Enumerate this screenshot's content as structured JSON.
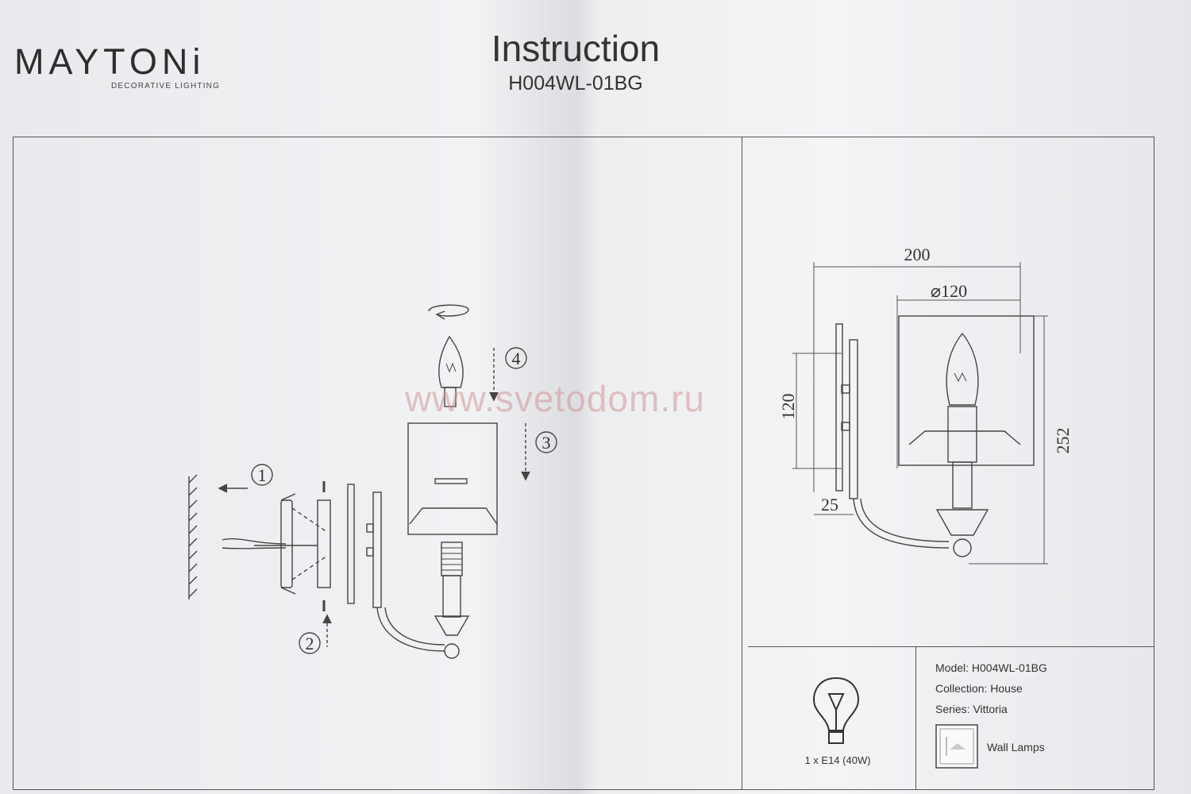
{
  "header": {
    "brand": "MAYTONi",
    "brand_tagline": "DECORATIVE LIGHTING",
    "title": "Instruction",
    "model_code": "H004WL-01BG"
  },
  "assembly": {
    "steps": [
      "1",
      "2",
      "3",
      "4"
    ]
  },
  "dimensions": {
    "width": "200",
    "shade_diameter": "⌀120",
    "mount_height": "120",
    "total_height": "252",
    "depth": "25"
  },
  "specs": {
    "model": "Model: H004WL-01BG",
    "collection": "Collection: House",
    "series": "Series: Vittoria",
    "category": "Wall Lamps",
    "bulb": "1 x E14 (40W)"
  },
  "watermark": "www.svetodom.ru",
  "icons": [
    "rotate-arrow-icon",
    "bulb-icon",
    "wall-lamp-icon"
  ]
}
